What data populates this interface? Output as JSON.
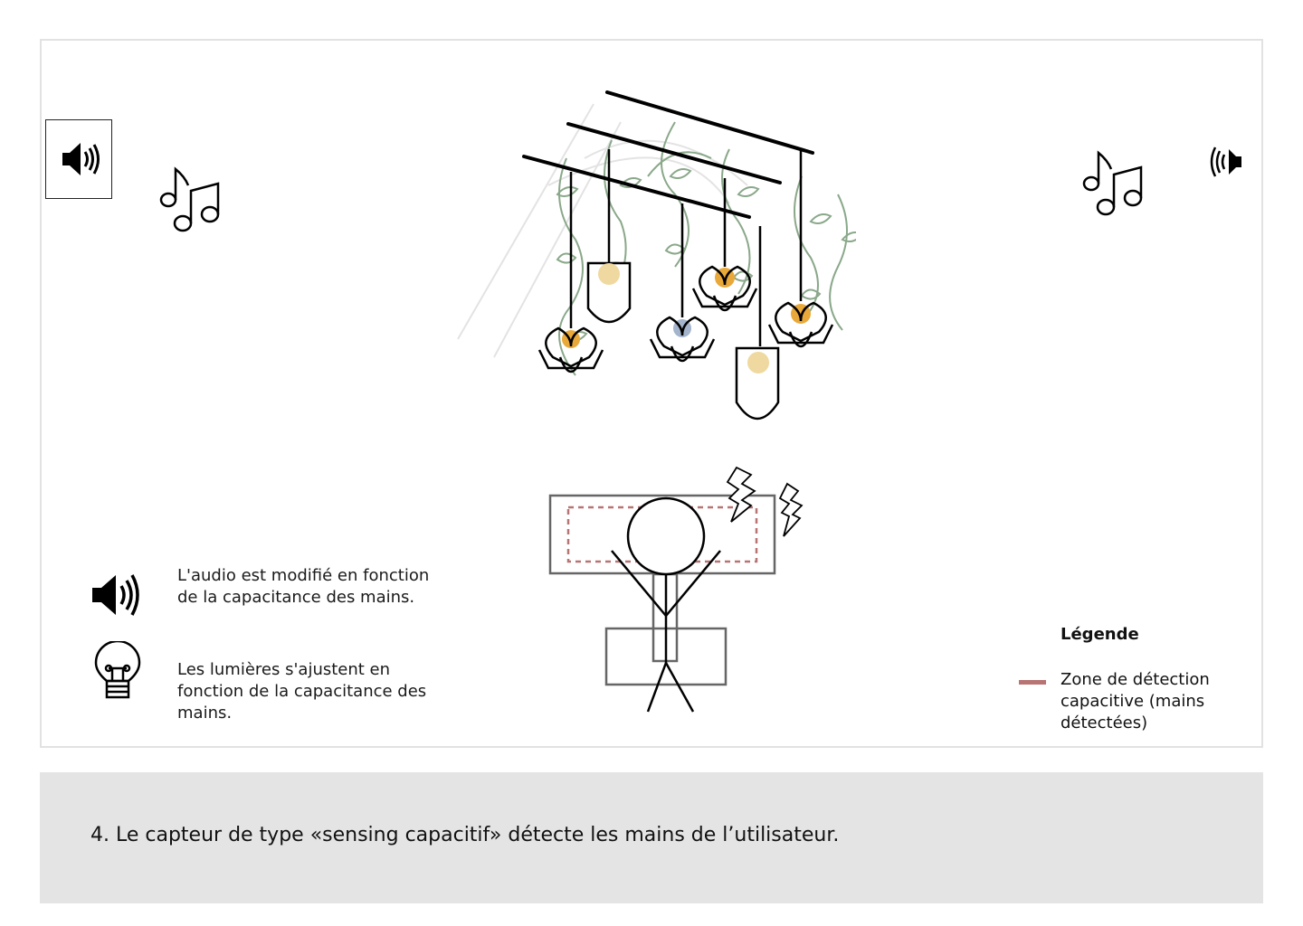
{
  "descriptions": {
    "audio": "L'audio est modifié en fonction de la capacitance des mains.",
    "lights": "Les lumières s'ajustent en fonction de la capacitance des mains."
  },
  "legend": {
    "title": "Légende",
    "item_label": "Zone de détection capacitive (mains détectées)",
    "item_color": "#b87373"
  },
  "caption": "4. Le capteur de type «sensing capacitif» détecte les mains de l’utilisateur.",
  "icons": [
    "speaker-icon",
    "music-notes-icon",
    "lightbulb-icon",
    "lightning-icon",
    "pendant-lamp-icon"
  ],
  "colors": {
    "vine": "#8aa88a",
    "bulb_orange": "#e8a93a",
    "bulb_yellow": "#efd9a0",
    "bulb_blue": "#a3b4cc",
    "detection_zone": "#b87373",
    "caption_bg": "#e4e4e4"
  }
}
